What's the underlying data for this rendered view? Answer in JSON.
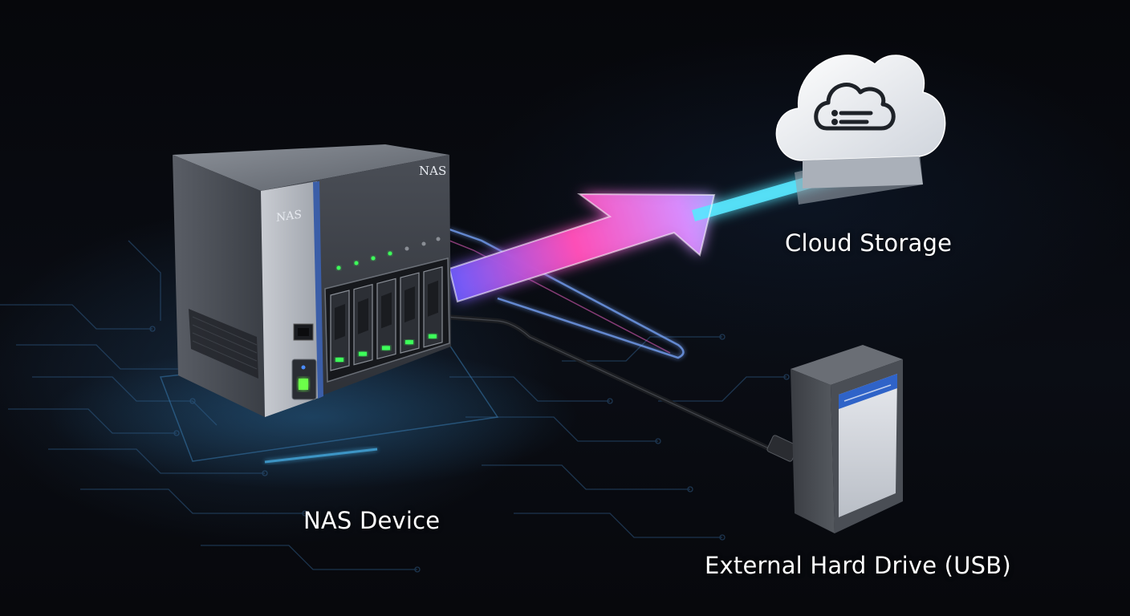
{
  "diagram": {
    "nodes": {
      "nas": {
        "label": "NAS Device",
        "brand_front": "NAS",
        "brand_top": "NAS",
        "bays": 5
      },
      "cloud": {
        "label": "Cloud Storage"
      },
      "usb": {
        "label": "External Hard Drive (USB)"
      }
    },
    "edges": [
      {
        "from": "nas",
        "to": "cloud",
        "style": "glowing-arrow"
      },
      {
        "from": "nas",
        "to": "usb",
        "style": "cable"
      }
    ],
    "colors": {
      "arrow_start": "#7b5cff",
      "arrow_mid": "#ff4fb8",
      "arrow_end": "#3fe6ff",
      "led_green": "#3dff5a",
      "circuit": "#3a6a9a"
    }
  }
}
